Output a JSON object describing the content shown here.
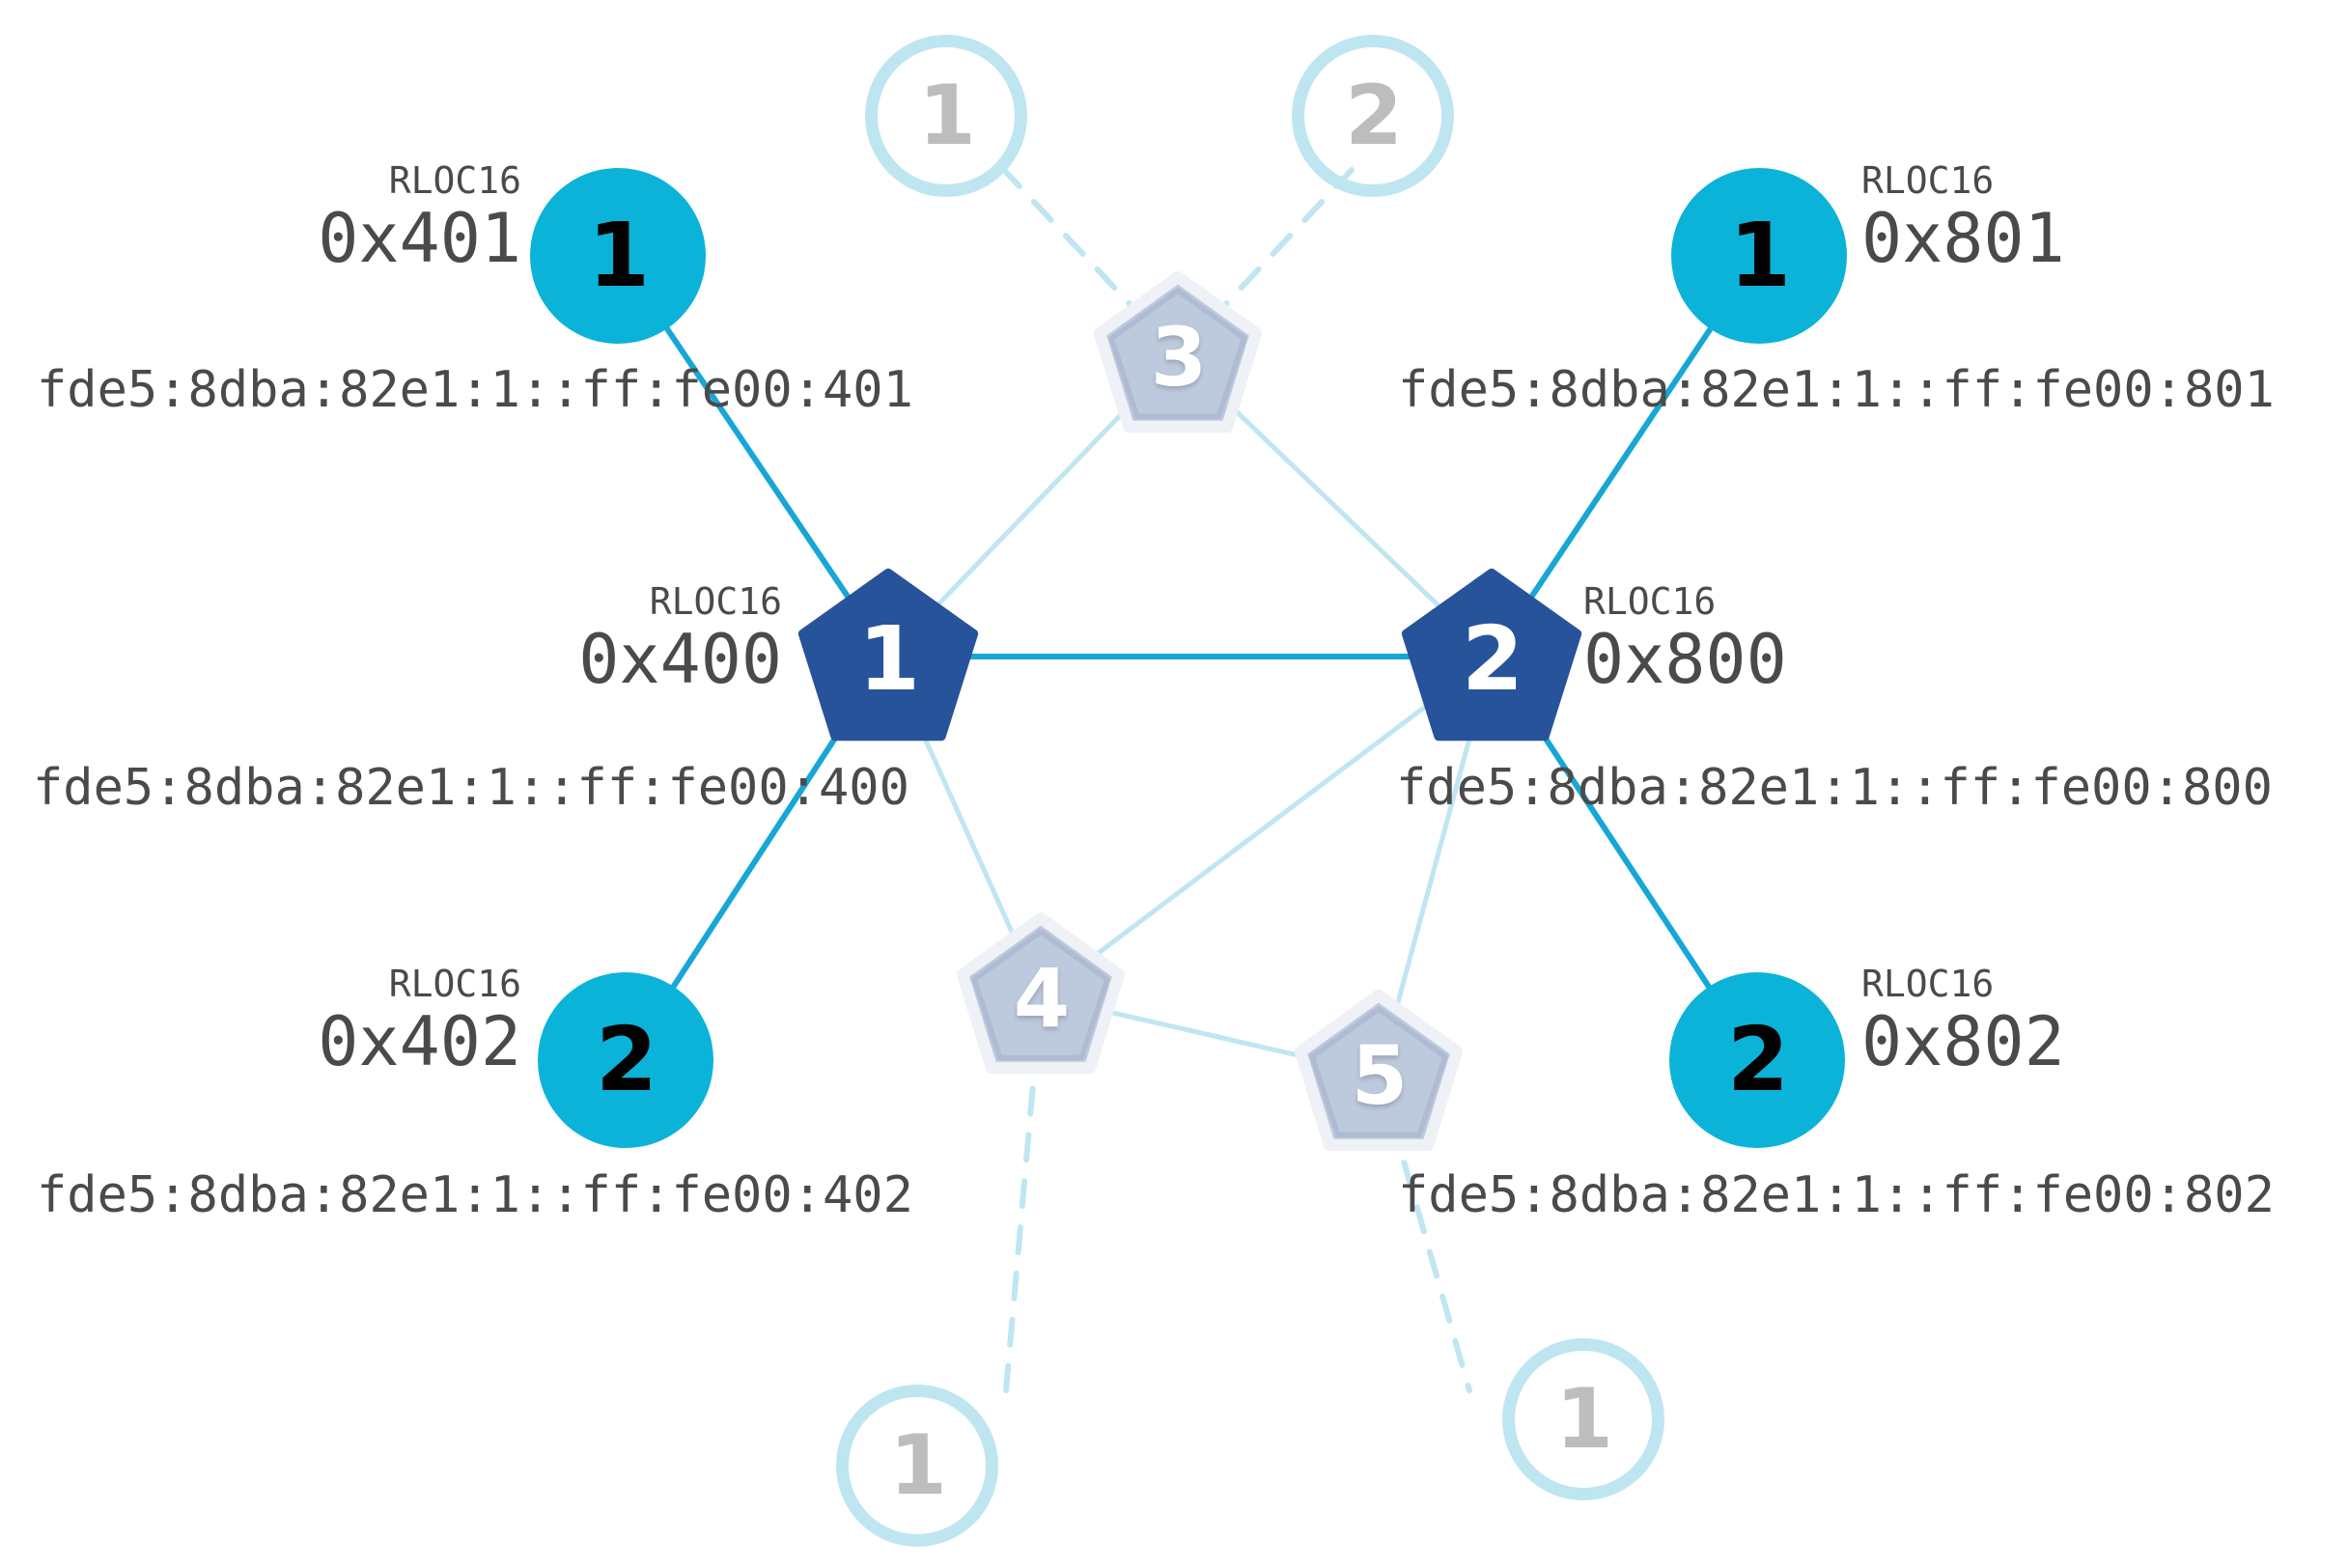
{
  "diagram": {
    "title": "Thread network topology with RLOC16 addresses",
    "rloc_tag": "RLOC16",
    "colors": {
      "child_fill": "#0bb3d9",
      "child_text": "#000000",
      "ghost_ring": "#bee6f0",
      "ghost_text": "#bdbdbd",
      "router_fill": "#27539b",
      "router_text": "#ffffff",
      "leaf_fill": "#bdc9dc",
      "leaf_border": "#e8edf4",
      "leaf_inner_border": "#aebbd2",
      "leaf_text": "#ffffff",
      "link_solid": "#16a7d6",
      "link_pale": "#bfe6f2",
      "label_text": "#4a4a4a"
    }
  },
  "routers": [
    {
      "id": "router-400",
      "number": "1",
      "rloc_tag": "RLOC16",
      "rloc16": "0x400",
      "address": "fde5:8dba:82e1:1::ff:fe00:400"
    },
    {
      "id": "router-800",
      "number": "2",
      "rloc_tag": "RLOC16",
      "rloc16": "0x800",
      "address": "fde5:8dba:82e1:1::ff:fe00:800"
    }
  ],
  "children": [
    {
      "id": "child-401",
      "number": "1",
      "rloc_tag": "RLOC16",
      "rloc16": "0x401",
      "address": "fde5:8dba:82e1:1::ff:fe00:401"
    },
    {
      "id": "child-402",
      "number": "2",
      "rloc_tag": "RLOC16",
      "rloc16": "0x402",
      "address": "fde5:8dba:82e1:1::ff:fe00:402"
    },
    {
      "id": "child-801",
      "number": "1",
      "rloc_tag": "RLOC16",
      "rloc16": "0x801",
      "address": "fde5:8dba:82e1:1::ff:fe00:801"
    },
    {
      "id": "child-802",
      "number": "2",
      "rloc_tag": "RLOC16",
      "rloc16": "0x802",
      "address": "fde5:8dba:82e1:1::ff:fe00:802"
    }
  ],
  "leaf_routers": [
    {
      "id": "leaf-3",
      "number": "3"
    },
    {
      "id": "leaf-4",
      "number": "4"
    },
    {
      "id": "leaf-5",
      "number": "5"
    }
  ],
  "ghost_children": [
    {
      "id": "ghost-top-left",
      "number": "1"
    },
    {
      "id": "ghost-top-right",
      "number": "2"
    },
    {
      "id": "ghost-bottom-left",
      "number": "1"
    },
    {
      "id": "ghost-bottom-right",
      "number": "1"
    }
  ]
}
